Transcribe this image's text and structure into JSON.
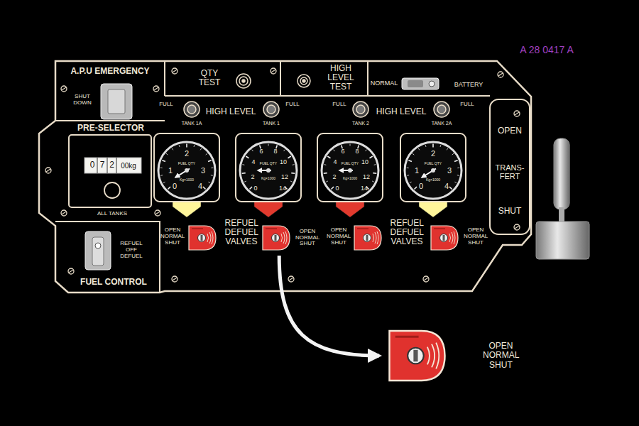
{
  "diagram": {
    "nodes": [
      {
        "text": [
          "OPEN NORMAL SHUT"
        ]
      },
      {
        "text": [
          "OPEN NORMAL SHUT"
        ]
      }
    ],
    "edges": [
      {
        "from": 0,
        "to": 1,
        "arrow": "to"
      }
    ],
    "labels": [
      "A 28 0417 A",
      "A.P.U EMERGENCY",
      "SHUT DOWN",
      "QTY TEST",
      "HIGH LEVEL TEST",
      "NORMAL",
      "BATTERY",
      "FULL",
      "HIGH LEVEL",
      "FULL",
      "TANK 1A",
      "TANK 1",
      "FULL",
      "HIGH LEVEL",
      "FULL",
      "TANK 2",
      "TANK 2A",
      "PRE-SELECTOR",
      "0",
      "7",
      "2",
      "00kg",
      "ALL TANKS",
      "REFUEL OFF DEFUEL",
      "FUEL CONTROL",
      "OPEN",
      "TRANS- FERT",
      "SHUT",
      "0",
      "1",
      "2",
      "3",
      "4",
      "FUEL QTY",
      "Kg×1000",
      "0",
      "2",
      "4",
      "6",
      "8",
      "10",
      "12",
      "14",
      "FUEL QTY",
      "Kg×1000",
      "0",
      "2",
      "4",
      "6",
      "8",
      "10",
      "12",
      "14",
      "FUEL QTY",
      "Kg×1000",
      "0",
      "1",
      "2",
      "3",
      "4",
      "FUEL QTY",
      "Kg×1000",
      "OPEN NORMAL SHUT",
      "REFUEL DEFUEL VALVES",
      "OPEN NORMAL SHUT",
      "REFUEL DEFUEL VALVES",
      "OPEN NORMAL SHUT"
    ]
  }
}
